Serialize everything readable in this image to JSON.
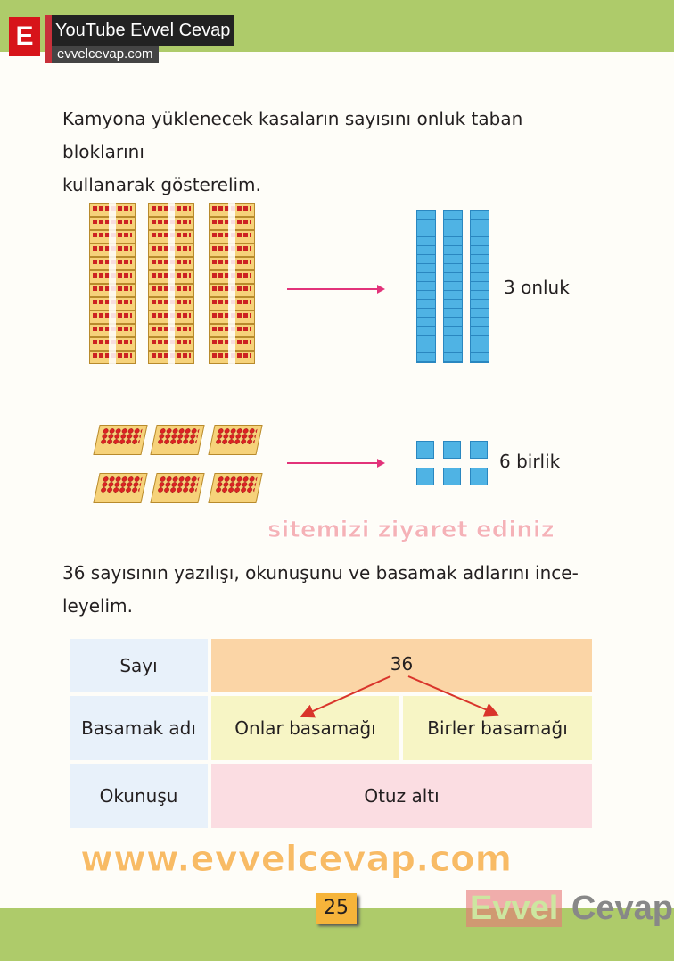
{
  "header": {
    "logo_letter": "E",
    "title": "YouTube Evvel Cevap",
    "site": "evvelcevap.com"
  },
  "intro": [
    "Kamyona yüklenecek kasaların sayısını onluk taban bloklarını",
    "kullanarak gösterelim."
  ],
  "tens_label": "3  onluk",
  "ones_label": "6  birlik",
  "section": [
    "36  sayısının yazılışı, okunuşunu ve basamak adlarını ince-",
    "leyelim."
  ],
  "table": {
    "row_sayi": {
      "label": "Sayı",
      "value": "36"
    },
    "row_basamak": {
      "label": "Basamak adı",
      "tens": "Onlar basamağı",
      "ones": "Birler basamağı"
    },
    "row_okunus": {
      "label": "Okunuşu",
      "value": "Otuz altı"
    }
  },
  "watermark": {
    "main": "www.evvelcevap.com",
    "sub": "sitemizi ziyaret ediniz"
  },
  "footer": {
    "page_number": "25",
    "brand_a": "Evvel",
    "brand_b": "Cevap"
  }
}
